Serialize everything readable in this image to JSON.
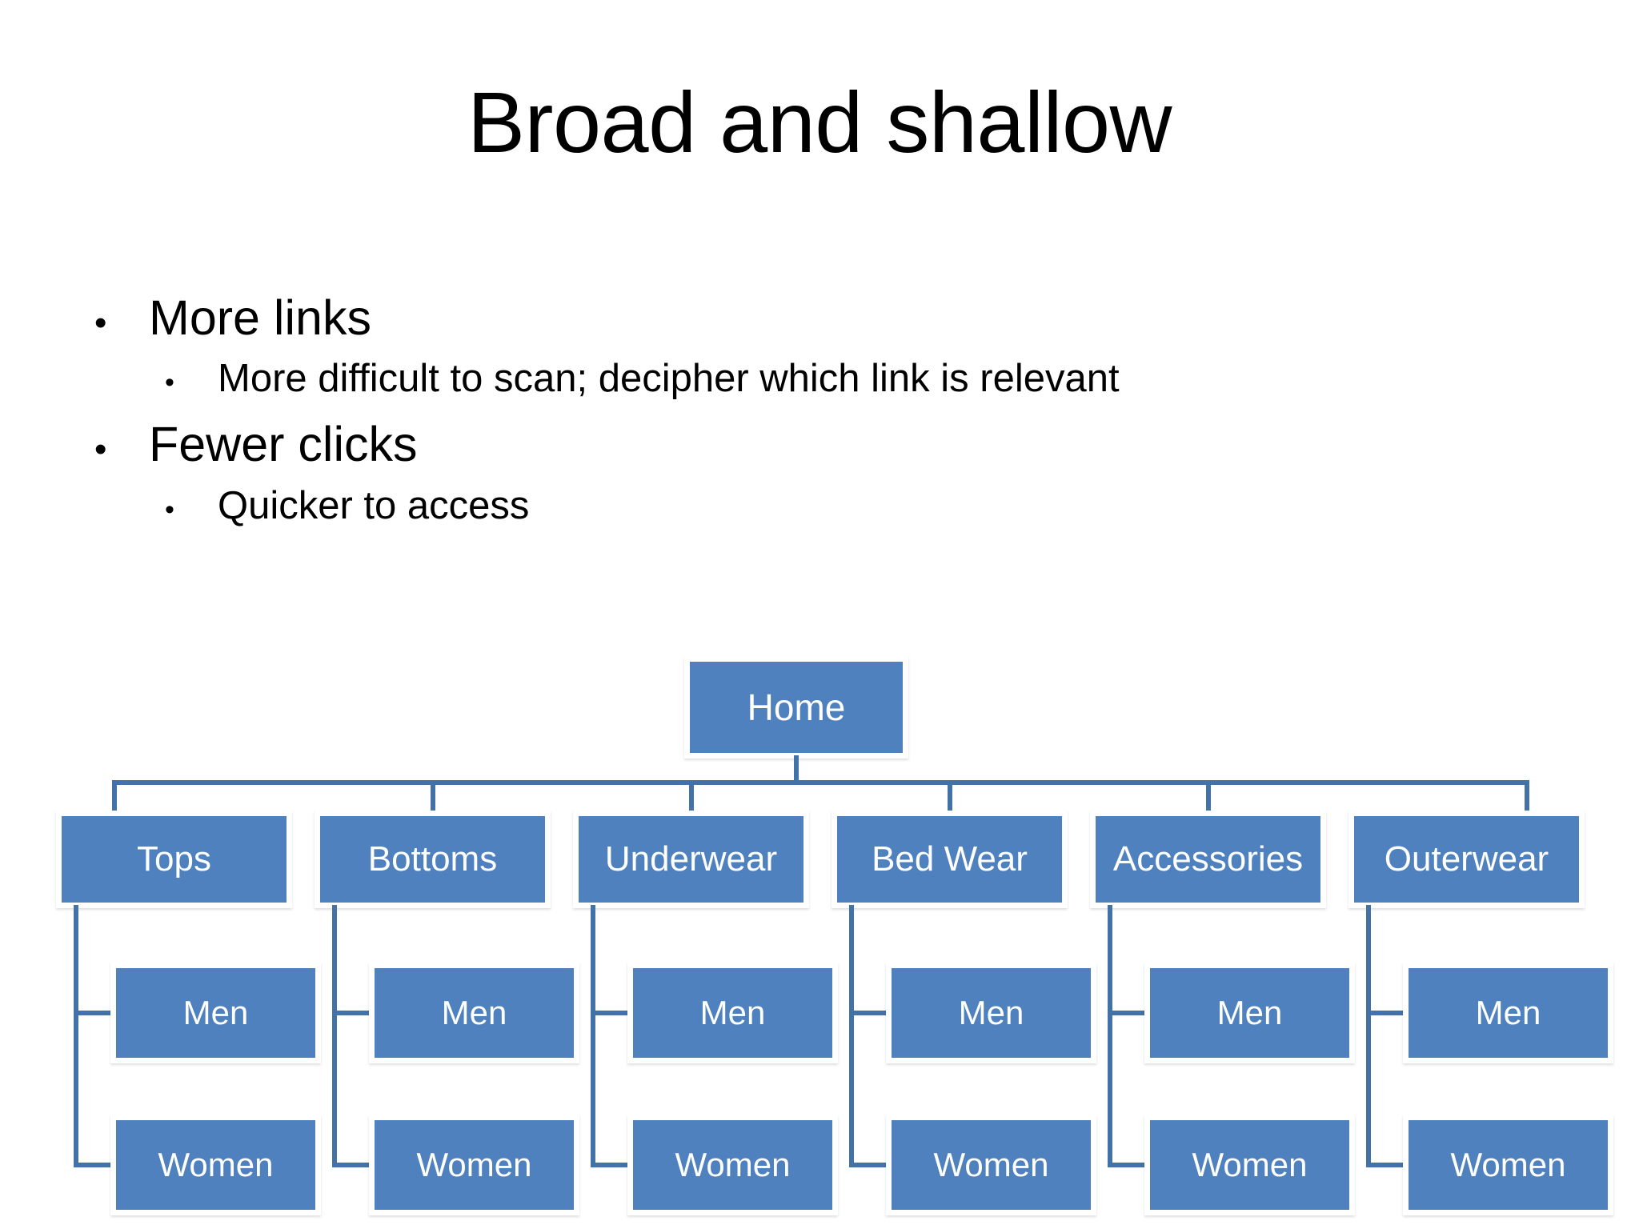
{
  "slide": {
    "title": "Broad and shallow",
    "background_color": "#ffffff",
    "text_color": "#000000"
  },
  "bullets": [
    {
      "level": 1,
      "marker": "•",
      "text": "More links"
    },
    {
      "level": 2,
      "marker": "•",
      "text": "More difficult to scan; decipher which link is relevant"
    },
    {
      "level": 1,
      "marker": "•",
      "text": "Fewer clicks"
    },
    {
      "level": 2,
      "marker": "•",
      "text": "Quicker to access"
    }
  ],
  "diagram": {
    "type": "org-chart",
    "node_fill": "#4e81bd",
    "node_border": "#ffffff",
    "connector_color": "#4272a8",
    "node_text_color": "#ffffff",
    "root": {
      "label": "Home"
    },
    "categories": [
      {
        "label": "Tops",
        "children": [
          {
            "label": "Men"
          },
          {
            "label": "Women"
          }
        ]
      },
      {
        "label": "Bottoms",
        "children": [
          {
            "label": "Men"
          },
          {
            "label": "Women"
          }
        ]
      },
      {
        "label": "Underwear",
        "children": [
          {
            "label": "Men"
          },
          {
            "label": "Women"
          }
        ]
      },
      {
        "label": "Bed Wear",
        "children": [
          {
            "label": "Men"
          },
          {
            "label": "Women"
          }
        ]
      },
      {
        "label": "Accessories",
        "children": [
          {
            "label": "Men"
          },
          {
            "label": "Women"
          }
        ]
      },
      {
        "label": "Outerwear",
        "children": [
          {
            "label": "Men"
          },
          {
            "label": "Women"
          }
        ]
      }
    ]
  }
}
